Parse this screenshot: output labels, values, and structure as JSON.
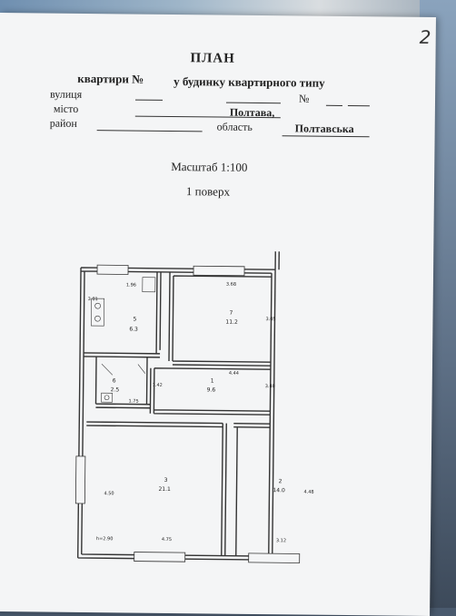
{
  "page_number": "2",
  "header": {
    "title": "ПЛАН",
    "line1_a": "квартири №",
    "line1_b": "у будинку квартирного типу"
  },
  "address": {
    "street_label": "вулиця",
    "number_label": "№",
    "city_label": "місто",
    "city_value": "Полтава,",
    "district_label": "район",
    "region_label": "область",
    "region_value": "Полтавська"
  },
  "scale": "Масштаб 1:100",
  "floor": "1 поверх",
  "plan": {
    "rooms": [
      {
        "num": "5",
        "area": "6.3"
      },
      {
        "num": "7",
        "area": "11.2"
      },
      {
        "num": "6",
        "area": "2.5"
      },
      {
        "num": "1",
        "area": "9.6"
      },
      {
        "num": "3",
        "area": "21.1"
      },
      {
        "num": "2",
        "area": "14.0"
      }
    ],
    "dimensions": {
      "d1": "1.96",
      "d2": "3.68",
      "d3": "3.01",
      "d4": "3.05",
      "d5": "4.44",
      "d6": "1.42",
      "d7": "1.75",
      "d8": "3.40",
      "d9": "4.50",
      "d10": "4.75",
      "d11": "4.48",
      "d12": "3.12"
    },
    "height_note": "h=2.90"
  }
}
